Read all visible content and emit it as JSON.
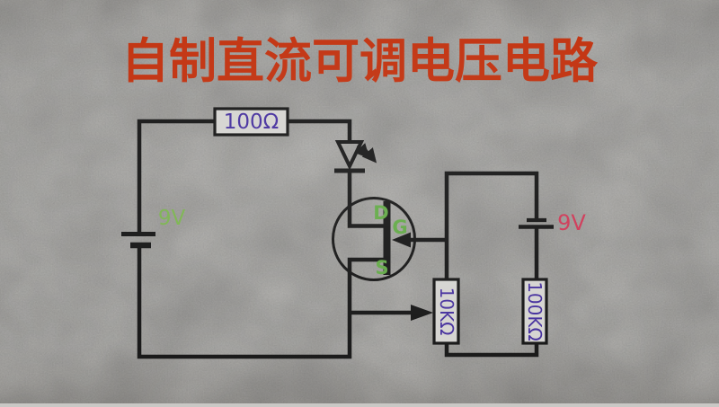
{
  "title": "自制直流可调电压电路",
  "circuit": {
    "series_resistor": {
      "value": "100Ω"
    },
    "left_battery": {
      "value": "9V"
    },
    "right_battery": {
      "value": "9V"
    },
    "potentiometer": {
      "value": "10KΩ"
    },
    "divider_resistor": {
      "value": "100KΩ"
    },
    "jfet": {
      "drain": "D",
      "gate": "G",
      "source": "S"
    }
  },
  "colors": {
    "title_text": "#c2320f",
    "resistor_value_text": "#46309e",
    "jfet_pin_text": "#63aa47",
    "left_battery_text": "#7cb450",
    "right_battery_text": "#cf3a58",
    "wire": "#171717",
    "background": "#c9c8c5",
    "component_fill": "#d5d4d1"
  }
}
